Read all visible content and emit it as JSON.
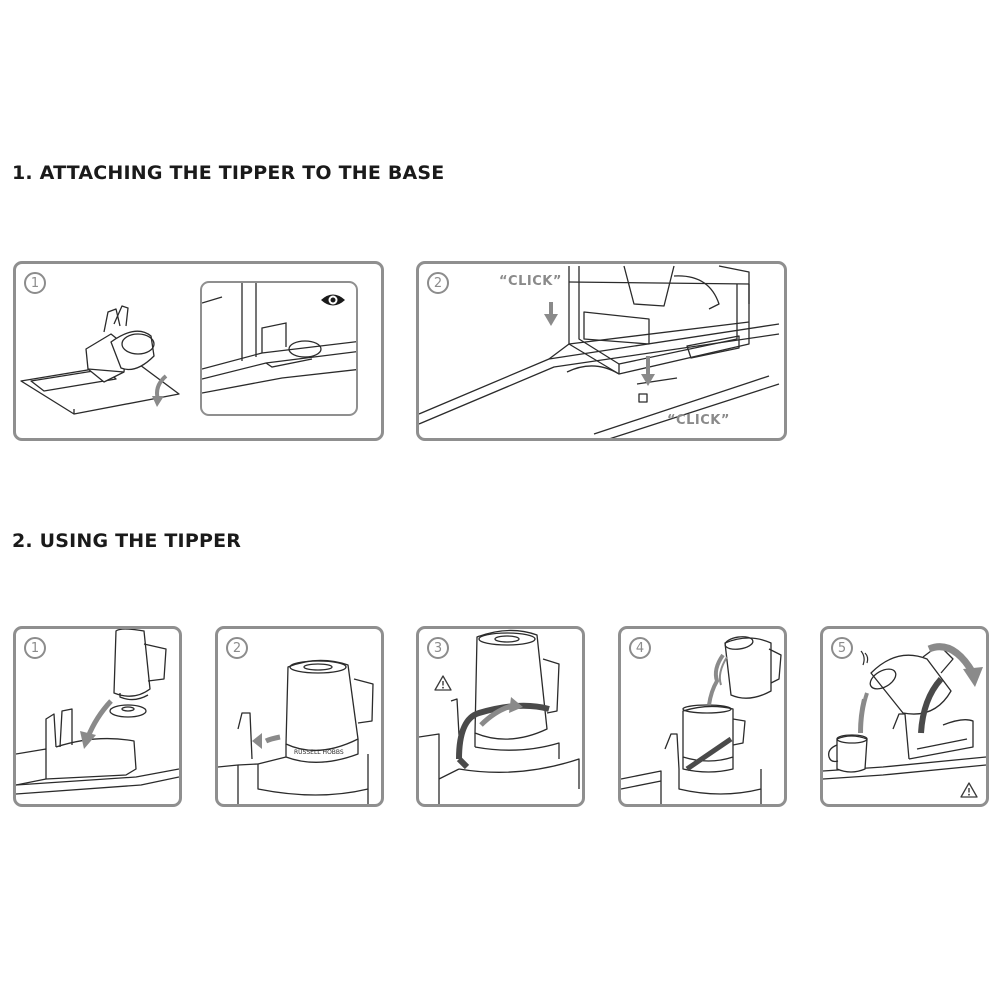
{
  "section1": {
    "title": "1. ATTACHING THE TIPPER TO THE BASE",
    "steps": [
      {
        "number": "1",
        "icon": "eye-icon"
      },
      {
        "number": "2",
        "click_label_top": "“CLICK”",
        "click_label_bottom": "“CLICK”"
      }
    ]
  },
  "section2": {
    "title": "2. USING THE TIPPER",
    "steps": [
      {
        "number": "1"
      },
      {
        "number": "2",
        "brand_mark": "RUSSELL HOBBS"
      },
      {
        "number": "3",
        "icon": "warning-icon"
      },
      {
        "number": "4"
      },
      {
        "number": "5",
        "icon": "warning-icon"
      }
    ]
  },
  "colors": {
    "frame": "#8f8f8f",
    "line": "#2b2b2b",
    "arrow": "#8a8a8a",
    "text": "#1a1a1a"
  }
}
